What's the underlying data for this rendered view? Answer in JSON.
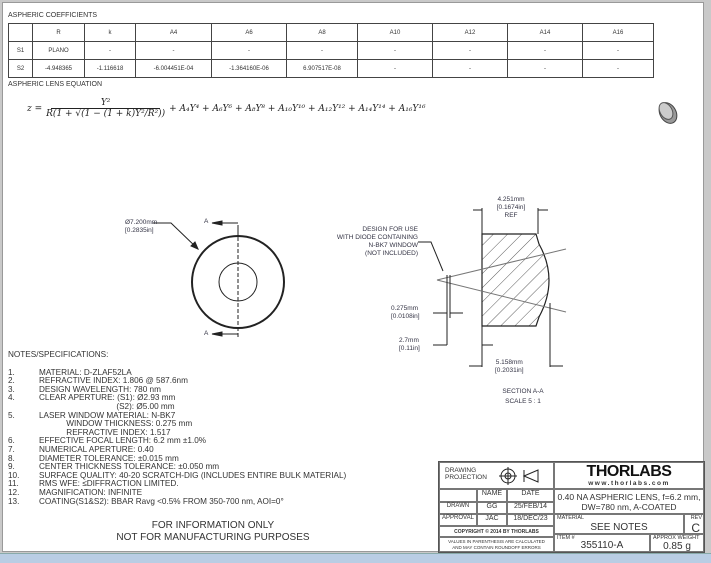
{
  "coefficients": {
    "title": "ASPHERIC COEFFICIENTS",
    "headers": [
      "",
      "R",
      "k",
      "A4",
      "A6",
      "A8",
      "A10",
      "A12",
      "A14",
      "A16"
    ],
    "rows": [
      [
        "S1",
        "PLANO",
        "-",
        "-",
        "-",
        "-",
        "-",
        "-",
        "-",
        "-"
      ],
      [
        "S2",
        "-4.948365",
        "-1.116618",
        "-6.004451E-04",
        "-1.364160E-06",
        "6.907517E-08",
        "-",
        "-",
        "-",
        "-"
      ]
    ]
  },
  "equation": {
    "title": "ASPHERIC LENS EQUATION",
    "lhs": "z =",
    "numerator": "Y²",
    "denominator": "R(1 + √(1 − (1 + k)Y²/R²))",
    "terms": "+ A₄Y⁴ + A₆Y⁶ + A₈Y⁸ + A₁₀Y¹⁰ + A₁₂Y¹² + A₁₄Y¹⁴ + A₁₆Y¹⁶"
  },
  "front_view": {
    "diameter_mm": "Ø7.200mm",
    "diameter_in": "[0.2835in]",
    "section_label_top": "A",
    "section_label_bottom": "A"
  },
  "section_view": {
    "thickness_mm": "4.251mm",
    "thickness_in": "[0.1674in]",
    "thickness_ref": "REF",
    "note": [
      "DESIGN FOR USE",
      "WITH DIODE CONTAINING",
      "N-BK7 WINDOW",
      "(NOT INCLUDED)"
    ],
    "window_mm": "0.275mm",
    "window_in": "[0.0108in]",
    "gap_mm": "2.7mm",
    "gap_in": "[0.11in]",
    "wd_mm": "5.158mm",
    "wd_in": "[0.2031in]",
    "title": "SECTION A-A",
    "scale": "SCALE 5 : 1"
  },
  "notes": {
    "title": "NOTES/SPECIFICATIONS:",
    "items": [
      [
        "1.",
        "MATERIAL: D-ZLAF52LA"
      ],
      [
        "2.",
        "REFRACTIVE INDEX: 1.806 @ 587.6nm"
      ],
      [
        "3.",
        "DESIGN WAVELENGTH: 780 nm"
      ],
      [
        "4.",
        "CLEAR APERTURE: (S1): Ø2.93 mm"
      ],
      [
        "",
        "                                  (S2): Ø5.00 mm"
      ],
      [
        "5.",
        "LASER WINDOW MATERIAL: N-BK7"
      ],
      [
        "",
        "            WINDOW THICKNESS: 0.275 mm"
      ],
      [
        "",
        "            REFRACTIVE INDEX: 1.517"
      ],
      [
        "6.",
        "EFFECTIVE FOCAL LENGTH: 6.2 mm ±1.0%"
      ],
      [
        "7.",
        "NUMERICAL APERTURE: 0.40"
      ],
      [
        "8.",
        "DIAMETER TOLERANCE: ±0.015 mm"
      ],
      [
        "9.",
        "CENTER THICKNESS TOLERANCE: ±0.050 mm"
      ],
      [
        "10.",
        "SURFACE QUALITY: 40-20 SCRATCH-DIG (INCLUDES ENTIRE BULK MATERIAL)"
      ],
      [
        "11.",
        "RMS WFE: ≤DIFFRACTION LIMITED."
      ],
      [
        "12.",
        "MAGNIFICATION: INFINITE"
      ],
      [
        "13.",
        "COATING(S1&S2): BBAR Ravg <0.5% FROM 350-700 nm, AOI=0°"
      ]
    ],
    "disclaimer1": "FOR INFORMATION ONLY",
    "disclaimer2": "NOT FOR MANUFACTURING PURPOSES"
  },
  "title_block": {
    "projection": "DRAWING PROJECTION",
    "name_h": "NAME",
    "date_h": "DATE",
    "drawn": "DRAWN",
    "drawn_name": "GG",
    "drawn_date": "25/FEB/14",
    "approval": "APPROVAL",
    "approval_name": "JAC",
    "approval_date": "18/DEC/23",
    "copyright": "COPYRIGHT © 2014 BY THORLABS",
    "values_note": "VALUES IN PARENTHESIS ARE CALCULATED AND MAY CONTAIN ROUNDOFF ERRORS",
    "logo": "THORLABS",
    "website": "www.thorlabs.com",
    "description": "0.40 NA ASPHERIC LENS, f=6.2 mm, DW=780 nm, A-COATED",
    "material_label": "MATERIAL",
    "material": "SEE NOTES",
    "rev_label": "REV",
    "rev": "C",
    "item_label": "ITEM #",
    "item": "355110-A",
    "weight_label": "APPROX WEIGHT",
    "weight": "0.85 g"
  }
}
